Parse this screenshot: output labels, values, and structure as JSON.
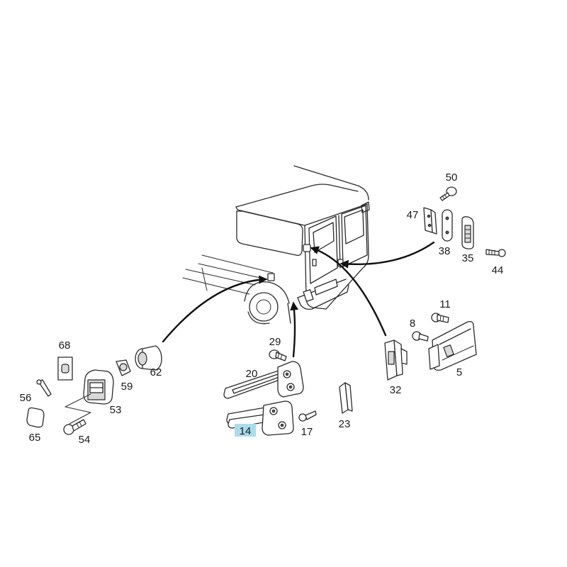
{
  "highlight_color": "#a9dced",
  "highlighted_part": "14",
  "parts": {
    "p50": "50",
    "p47": "47",
    "p38": "38",
    "p35": "35",
    "p44": "44",
    "p11": "11",
    "p8": "8",
    "p5": "5",
    "p32": "32",
    "p23": "23",
    "p17": "17",
    "p14": "14",
    "p20": "20",
    "p29": "29",
    "p62": "62",
    "p59": "59",
    "p53": "53",
    "p68": "68",
    "p56": "56",
    "p65": "65",
    "p54": "54"
  }
}
